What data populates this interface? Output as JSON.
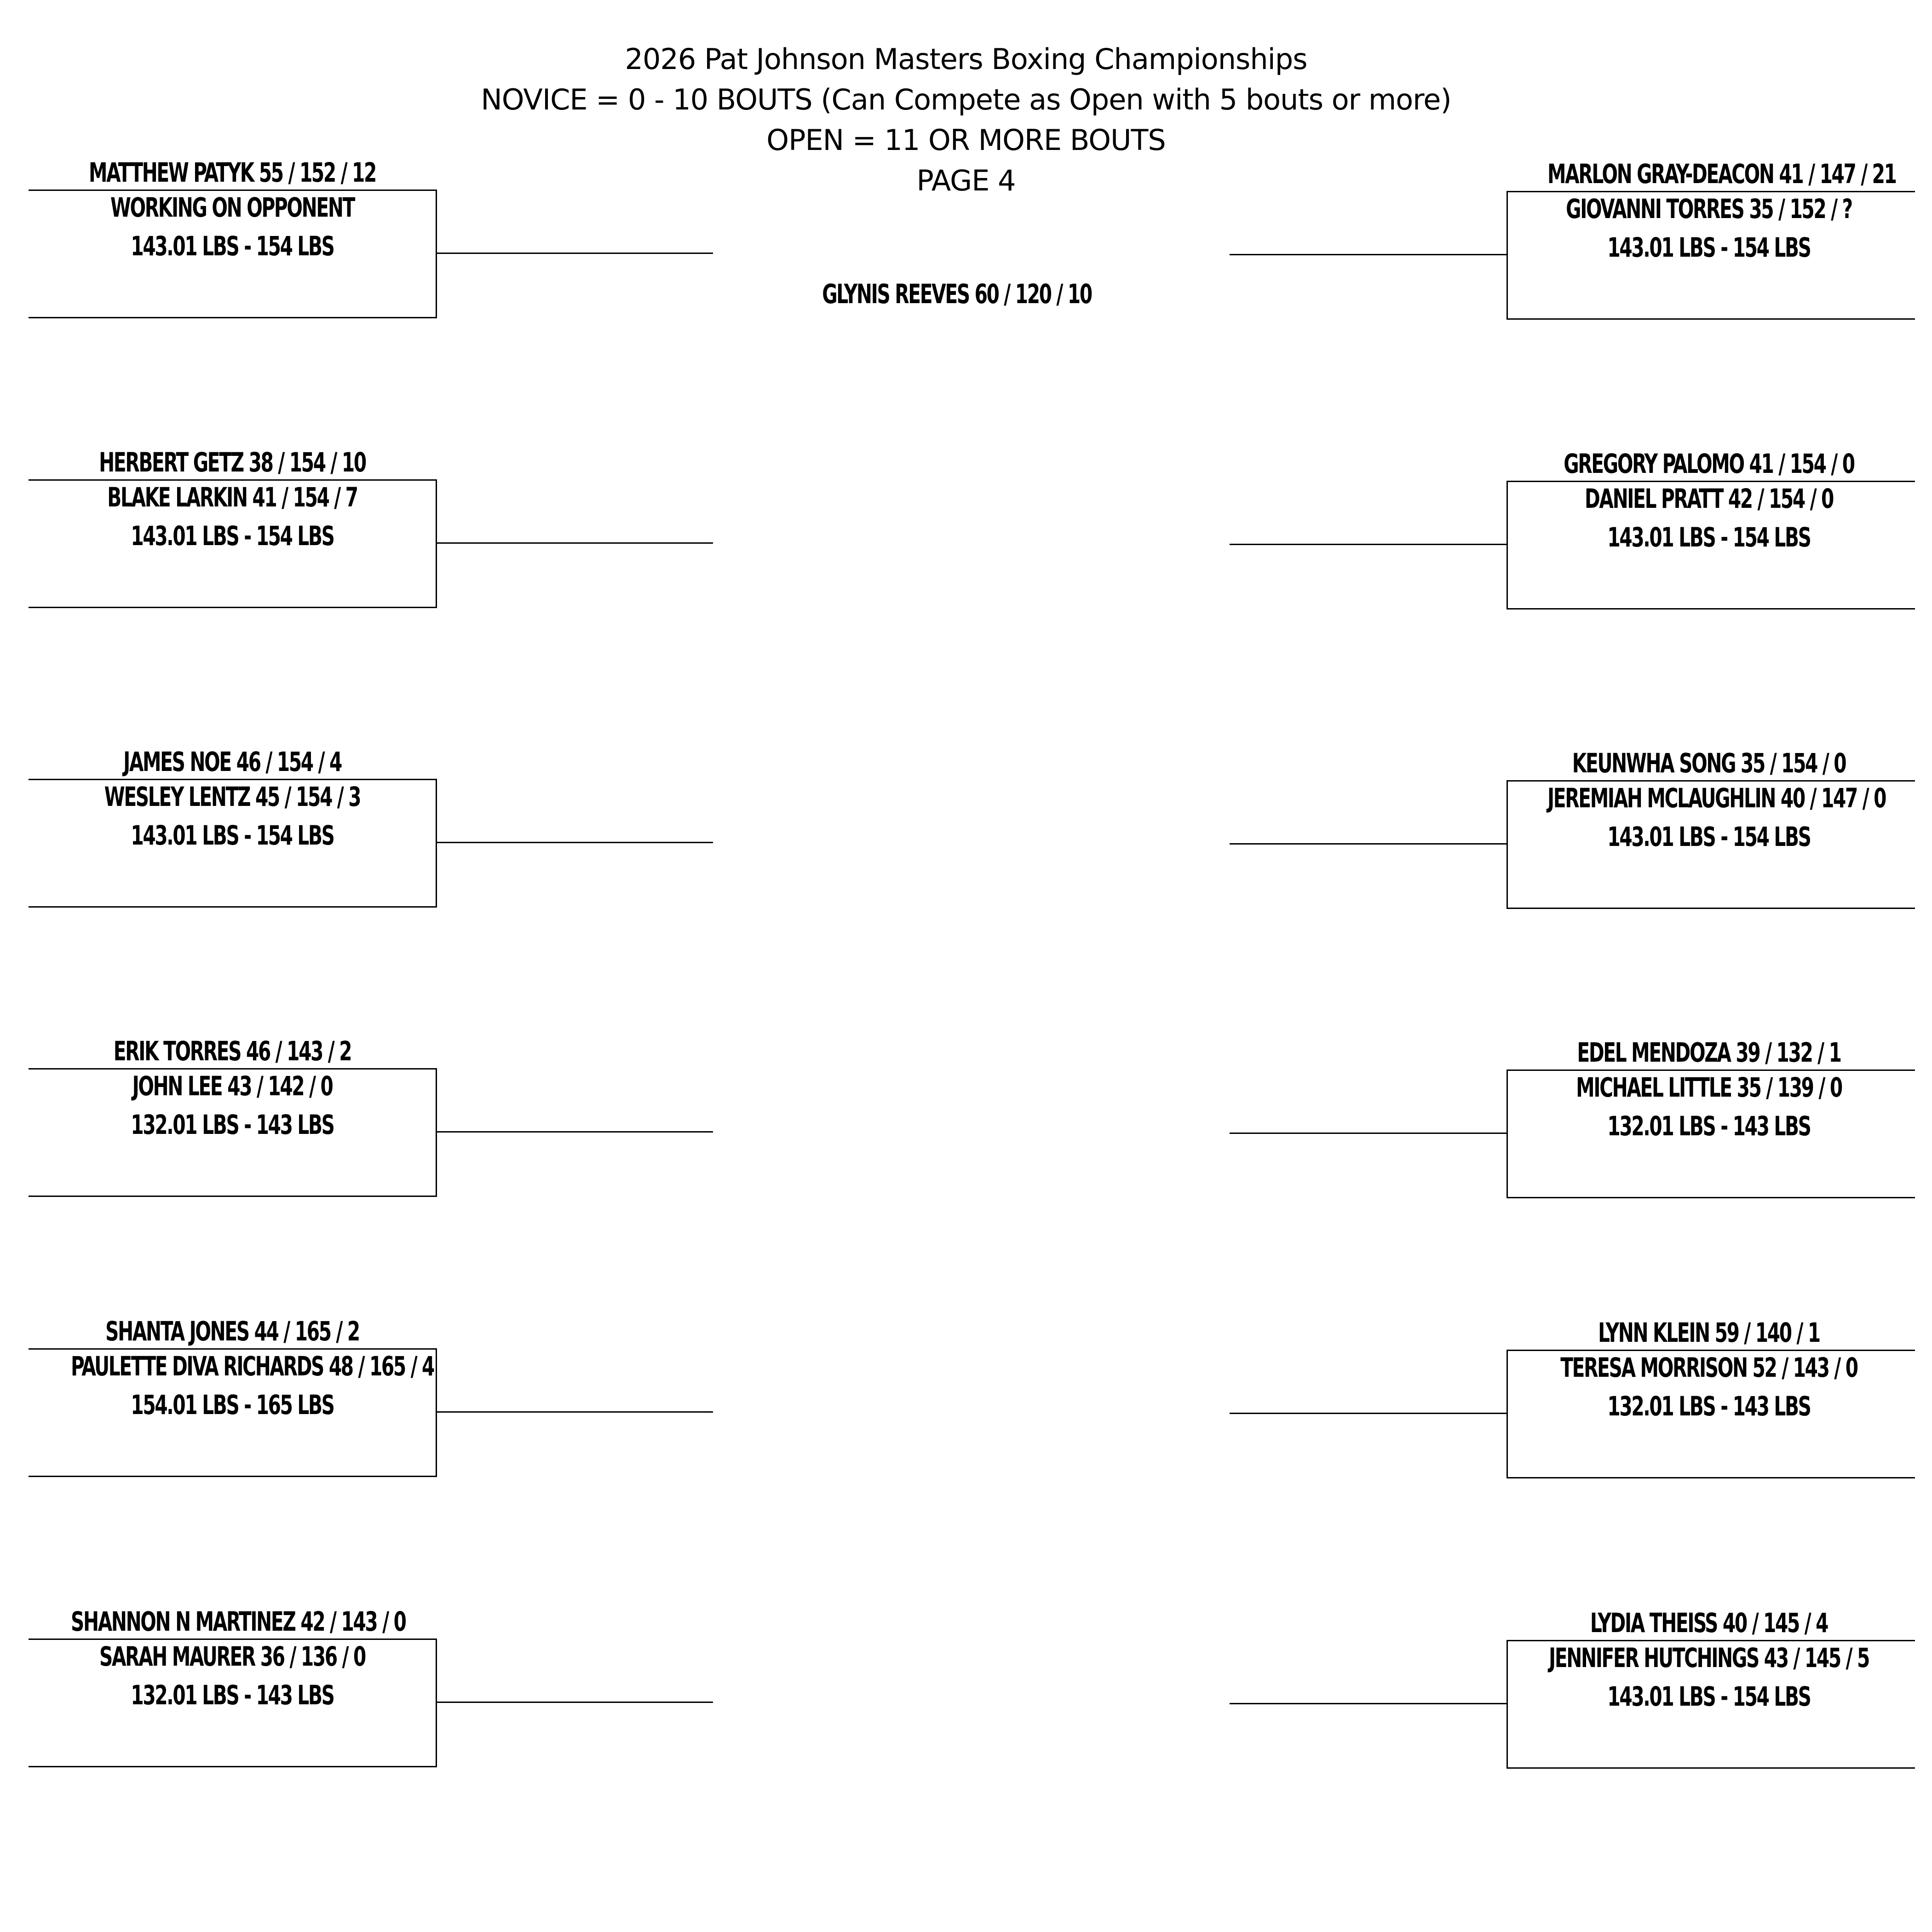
{
  "header": {
    "title": "2026 Pat Johnson Masters Boxing Championships",
    "novice": "NOVICE  = 0 - 10 BOUTS (Can Compete as Open with 5 bouts or more)",
    "open": "OPEN  = 11 OR MORE  BOUTS",
    "page": "PAGE 4"
  },
  "featured": "GLYNIS REEVES 60 / 120 / 10",
  "left_bouts": [
    {
      "a": "MATTHEW PATYK 55 / 152 / 12",
      "b": "WORKING ON OPPONENT",
      "weight": "143.01   LBS  - 154  LBS"
    },
    {
      "a": "HERBERT GETZ 38 / 154 / 10",
      "b": "BLAKE LARKIN 41 / 154 / 7",
      "weight": "143.01 LBS - 154 LBS"
    },
    {
      "a": "JAMES NOE 46 / 154 / 4",
      "b": "WESLEY LENTZ 45 / 154 / 3",
      "weight": "143.01 LBS - 154 LBS"
    },
    {
      "a": "ERIK TORRES 46 / 143 / 2",
      "b": "JOHN LEE 43 / 142 / 0",
      "weight": "132.01 LBS - 143 LBS"
    },
    {
      "a": "SHANTA JONES 44 / 165 / 2",
      "b": "PAULETTE DIVA RICHARDS 48 / 165 / 4",
      "weight": "154.01 LBS - 165 LBS"
    },
    {
      "a": "SHANNON N MARTINEZ 42 / 143 / 0",
      "b": "SARAH MAURER 36 / 136 / 0",
      "weight": "132.01 LBS - 143 LBS"
    }
  ],
  "right_bouts": [
    {
      "a": "MARLON GRAY-DEACON 41 / 147 / 21",
      "b": "GIOVANNI TORRES 35 / 152 / ?",
      "weight": "143.01 LBS - 154 LBS"
    },
    {
      "a": "GREGORY PALOMO 41 / 154 / 0",
      "b": "DANIEL PRATT 42 / 154 / 0",
      "weight": "143.01 LBS - 154 LBS"
    },
    {
      "a": "KEUNWHA SONG 35 / 154 / 0",
      "b": "JEREMIAH MCLAUGHLIN 40 / 147 / 0",
      "weight": "143.01 LBS - 154 LBS"
    },
    {
      "a": "EDEL MENDOZA 39 / 132 / 1",
      "b": "MICHAEL LITTLE 35 / 139 / 0",
      "weight": "132.01 LBS - 143 LBS"
    },
    {
      "a": "LYNN KLEIN 59 / 140 / 1",
      "b": "TERESA MORRISON 52 / 143 / 0",
      "weight": "132.01 LBS - 143 LBS"
    },
    {
      "a": "LYDIA THEISS 40 / 145 / 4",
      "b": "JENNIFER HUTCHINGS 43 / 145 / 5",
      "weight": "143.01 LBS - 154 LBS"
    }
  ]
}
